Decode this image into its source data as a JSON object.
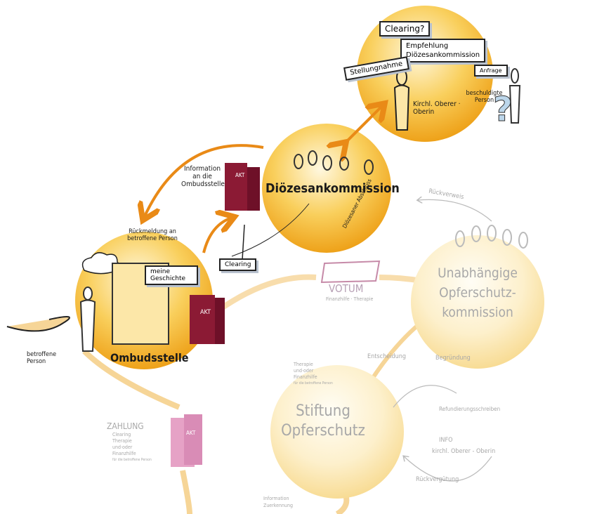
{
  "colors": {
    "orange": "#f2a81d",
    "pale": "#fbe9b8",
    "binder": "#8b1a34",
    "binder_pale": "#e6a2c6",
    "arrow": "#e98a17",
    "gray": "#a8a8a8"
  },
  "top_circle": {
    "bubbles": [
      "Clearing?",
      "Empfehlung",
      "Diözesankommission",
      "Stellungnahme",
      "Anfrage"
    ],
    "person1": "Kirchl. Oberer · Oberin",
    "person2": "beschuldigte Person"
  },
  "dioezesan": {
    "title": "Diözesankommission",
    "side_label": "Diözesaner Abschluss"
  },
  "info_ombud": "Information an die Ombudsstelle",
  "binder_label": "AKT",
  "clearing": "Clearing",
  "ombud": {
    "title": "Ombudsstelle",
    "feedback": "Rückmeldung an betroffene Person",
    "story": "meine Geschichte",
    "person": "betroffene Person"
  },
  "votum": {
    "title": "VOTUM",
    "sub": "Finanzhilfe · Therapie"
  },
  "uok": {
    "title_lines": [
      "Unabhängige",
      "Opferschutz-",
      "kommission"
    ],
    "rueckverweis": "Rückverweis",
    "begruendung": "Begründung",
    "entscheidung": "Entscheidung"
  },
  "stiftung": {
    "title_lines": [
      "Stiftung",
      "Opferschutz"
    ],
    "therapie": [
      "Therapie",
      "und·oder",
      "Finanzhilfe",
      "für die betroffene Person"
    ],
    "refund": "Refundierungsschreiben",
    "info": "INFO",
    "oberer": "kirchl. Oberer - Oberin",
    "rueck": "Rückvergütung"
  },
  "zahlung": {
    "title": "ZAHLUNG",
    "lines": [
      "Clearing",
      "Therapie",
      "und·oder",
      "Finanzhilfe",
      "für die betroffene Person"
    ]
  },
  "information_zuerkennung": [
    "Information",
    "Zuerkennung"
  ]
}
